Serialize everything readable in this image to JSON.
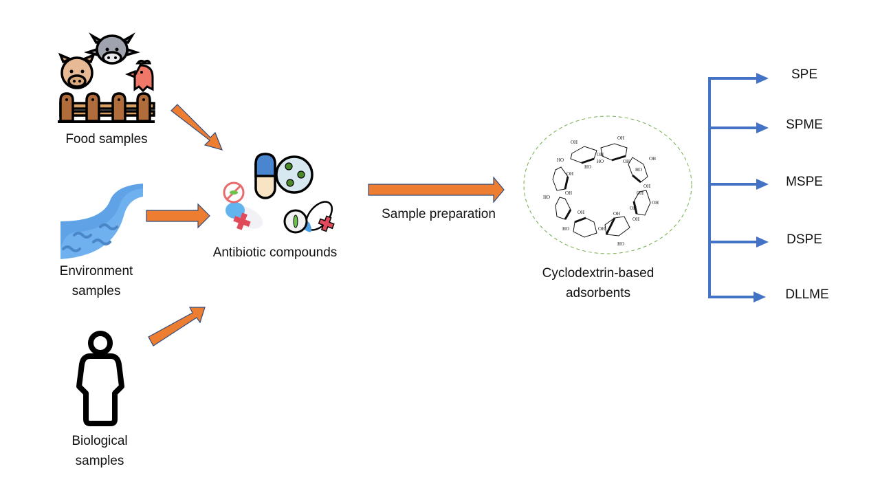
{
  "sources": [
    {
      "id": "food",
      "label": "Food samples",
      "icon": "farm-animals-icon"
    },
    {
      "id": "environment",
      "label_line1": "Environment",
      "label_line2": "samples",
      "icon": "river-icon"
    },
    {
      "id": "biological",
      "label_line1": "Biological",
      "label_line2": "samples",
      "icon": "person-icon"
    }
  ],
  "center": {
    "label": "Antibiotic compounds",
    "icon": "antibiotics-pills-icon"
  },
  "process": {
    "label": "Sample preparation"
  },
  "adsorbent": {
    "label_line1": "Cyclodextrin-based",
    "label_line2": "adsorbents",
    "icon": "cyclodextrin-molecule-icon"
  },
  "methods": [
    "SPE",
    "SPME",
    "MSPE",
    "DSPE",
    "DLLME"
  ],
  "colors": {
    "arrow_orange": "#ED7D31",
    "arrow_outline": "#2F4B7C",
    "branch_blue": "#4472C4",
    "dashed_circle": "#70AD47"
  }
}
